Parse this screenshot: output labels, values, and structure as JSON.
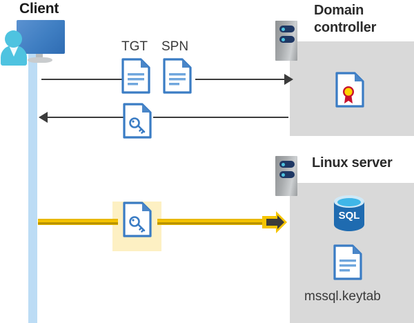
{
  "diagram": {
    "title_client": "Client",
    "title_domain_controller": "Domain\ncontroller",
    "title_domain_controller_line1": "Domain",
    "title_domain_controller_line2": "controller",
    "title_linux_server": "Linux server"
  },
  "messages": {
    "tgt_label": "TGT",
    "spn_label": "SPN",
    "keytab_filename": "mssql.keytab"
  },
  "icons": {
    "client_workstation": "user-computer-icon",
    "server_rack_dc": "server-rack-icon",
    "server_rack_linux": "server-rack-icon",
    "tgt_document": "document-icon",
    "spn_document": "document-icon",
    "ticket_key_document": "document-key-icon",
    "service_ticket_document": "document-key-icon",
    "certificate_document": "certificate-icon",
    "sql_database": "sql-database-icon",
    "keytab_document": "document-icon"
  },
  "flows": [
    {
      "id": "request-tgt-spn",
      "direction": "client-to-domain-controller",
      "style": "thin-dark-arrow",
      "labels": [
        "TGT",
        "SPN"
      ]
    },
    {
      "id": "issue-service-ticket",
      "direction": "domain-controller-to-client",
      "style": "thin-dark-arrow",
      "labels": []
    },
    {
      "id": "present-service-ticket",
      "direction": "client-to-linux-server",
      "style": "bold-gold-arrow",
      "highlighted": true,
      "labels": []
    }
  ],
  "colors": {
    "background": "#ffffff",
    "zone_gray": "#d9d9d9",
    "lifeline_blue": "#bcdcf5",
    "accent_gold": "#f5c400",
    "highlight_yellow": "#fdf0c3",
    "line_dark": "#3b3b3b",
    "doc_blue": "#3a7cc4",
    "sql_blue": "#1f6bb0",
    "rack_navy": "#1f3864",
    "led_cyan": "#4ec3e0",
    "cert_red": "#c8102e",
    "cert_gold": "#ffd400",
    "text_dark": "#2b2b2b"
  }
}
